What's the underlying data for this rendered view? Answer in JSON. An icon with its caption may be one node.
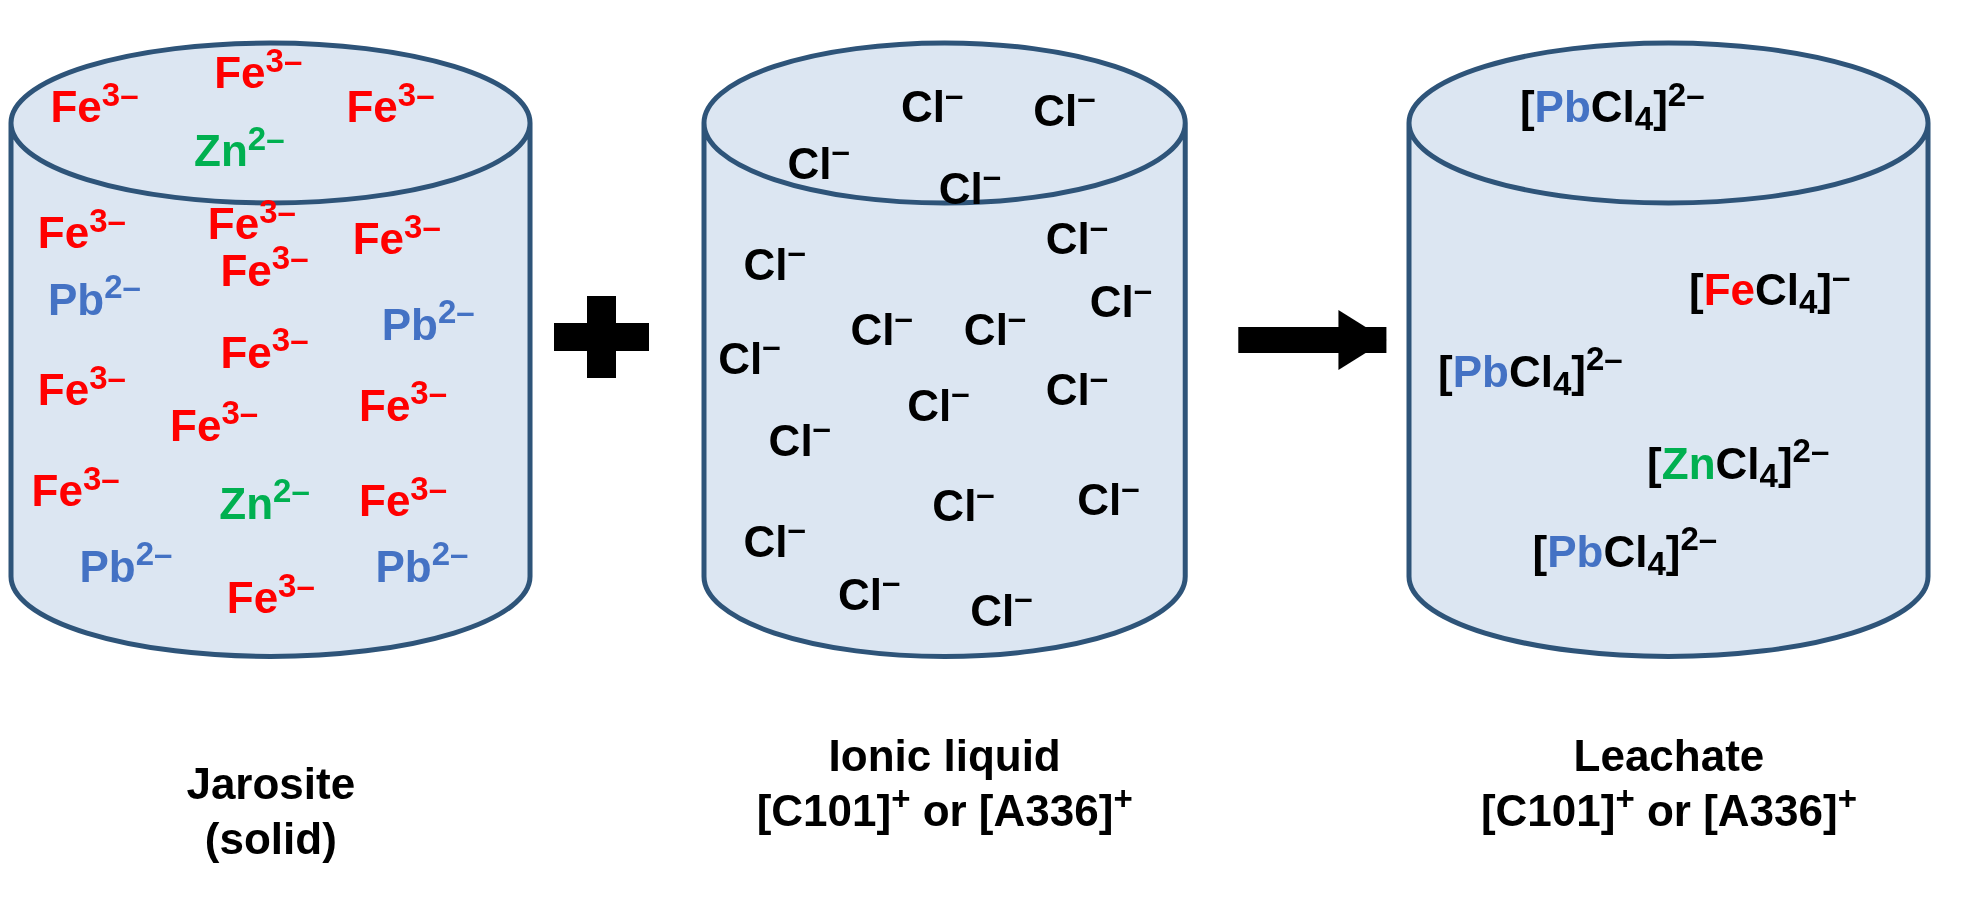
{
  "diagram": {
    "nodes": [
      {
        "text": [
          "Fe$^{3–}$",
          "Fe$^{3–}$",
          "Fe$^{3–}$",
          "Zn$^{2–}$",
          "Fe$^{3–}$",
          "Fe$^{3–}$",
          "Fe$^{3–}$",
          "Pb$^{2–}$",
          "Fe$^{3–}$",
          "Pb$^{2–}$",
          "Fe$^{3–}$",
          "Fe$^{3–}$",
          "Fe$^{3–}$",
          "Fe$^{3–}$",
          "Fe$^{3–}$",
          "Zn$^{2–}$",
          "Fe$^{3–}$",
          "Pb$^{2–}$",
          "Fe$^{3–}$",
          "Pb$^{2–}$"
        ],
        "beside": [
          "Jarosite (solid)"
        ]
      },
      {
        "text": [
          "Cl$^{–}$",
          "Cl$^{–}$",
          "Cl$^{–}$",
          "Cl$^{–}$",
          "Cl$^{–}$",
          "Cl$^{–}$",
          "Cl$^{–}$",
          "Cl$^{–}$",
          "Cl$^{–}$",
          "Cl$^{–}$",
          "Cl$^{–}$",
          "Cl$^{–}$",
          "Cl$^{–}$",
          "Cl$^{–}$",
          "Cl$^{–}$",
          "Cl$^{–}$",
          "Cl$^{–}$",
          "Cl$^{–}$"
        ],
        "beside": [
          "Ionic liquid",
          "[C101]$^{+}$ or [A336]$^{+}$"
        ]
      },
      {
        "text": [
          "[PbCl$_{4}$]$^{2–}$",
          "[FeCl$_{4}$]$^{–}$",
          "[PbCl$_{4}$]$^{2–}$",
          "[ZnCl$_{4}$]$^{2–}$",
          "[PbCl$_{4}$]$^{2–}$"
        ],
        "beside": [
          "Leachate",
          "[C101]$^{+}$ or [A336]$^{+}$"
        ]
      }
    ],
    "edges": [
      {
        "from": 1,
        "to": 2,
        "arrow": "to"
      }
    ]
  }
}
